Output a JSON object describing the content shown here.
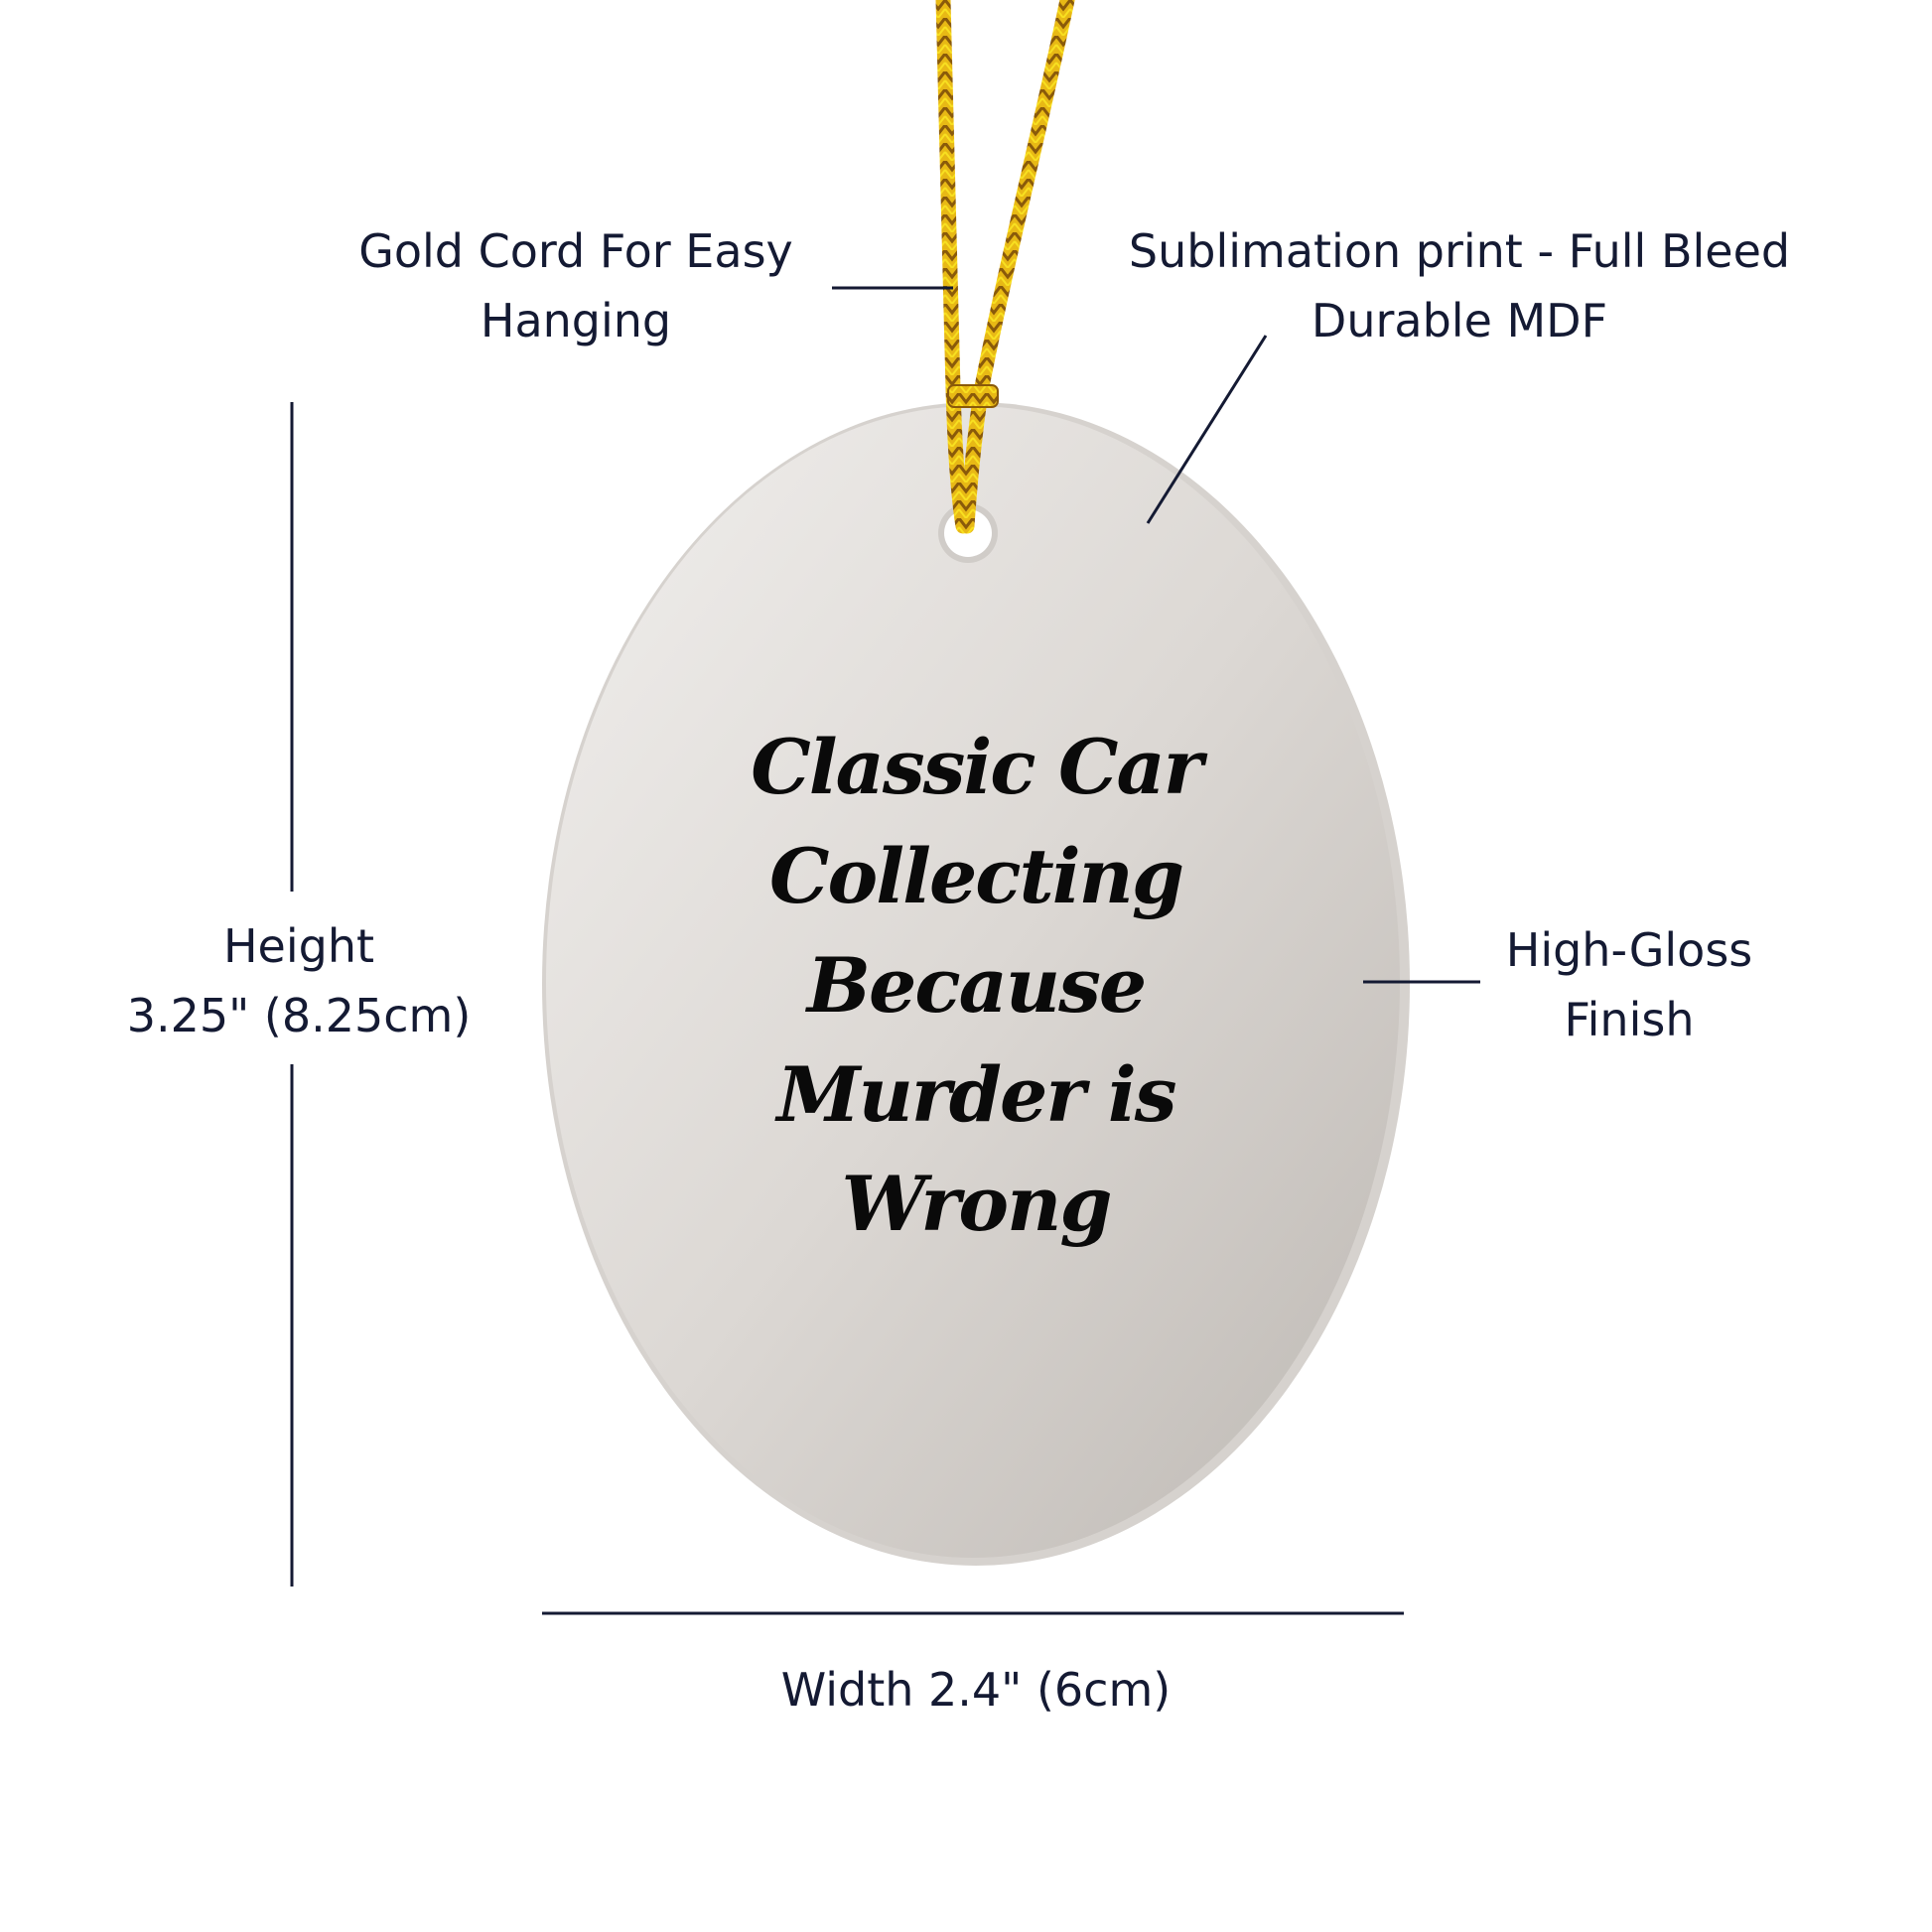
{
  "product": {
    "type": "oval ornament",
    "face_text_lines": [
      "Classic Car",
      "Collecting",
      "Because",
      "Murder is",
      "Wrong"
    ],
    "colors": {
      "face_light": "#efecea",
      "face_dark": "#c2bdb8",
      "edge": "#d6d2ce",
      "cord": "#e5b512",
      "cord_dark": "#8a5a0a",
      "annotation": "#141a33",
      "quote_text": "#0a0a0a",
      "background": "#ffffff"
    }
  },
  "annotations": {
    "cord": {
      "lines": [
        "Gold Cord For Easy",
        "Hanging"
      ]
    },
    "print": {
      "lines": [
        "Sublimation print - Full Bleed",
        "Durable MDF"
      ]
    },
    "height": {
      "lines": [
        "Height",
        "3.25\" (8.25cm)"
      ]
    },
    "finish": {
      "lines": [
        "High-Gloss",
        "Finish"
      ]
    },
    "width": {
      "label": "Width 2.4\" (6cm)"
    }
  }
}
